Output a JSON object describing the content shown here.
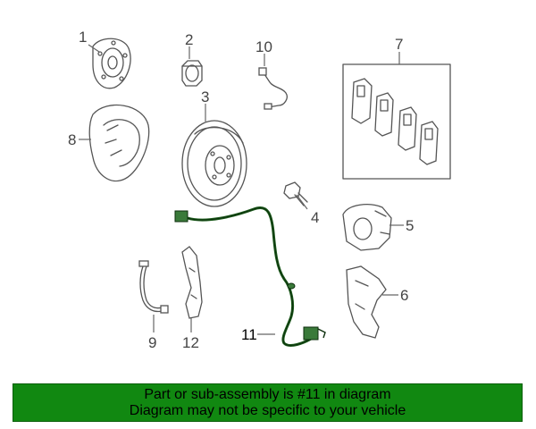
{
  "callouts": {
    "c1": "1",
    "c2": "2",
    "c3": "3",
    "c4": "4",
    "c5": "5",
    "c6": "6",
    "c7": "7",
    "c8": "8",
    "c9": "9",
    "c10": "10",
    "c11": "11",
    "c12": "12"
  },
  "highlighted_part": "11",
  "colors": {
    "banner_bg": "#118811",
    "highlight": "#1a5a1a"
  },
  "banner": {
    "line1": "Part or sub-assembly is #11 in diagram",
    "line2": "Diagram may not be specific to your vehicle"
  }
}
